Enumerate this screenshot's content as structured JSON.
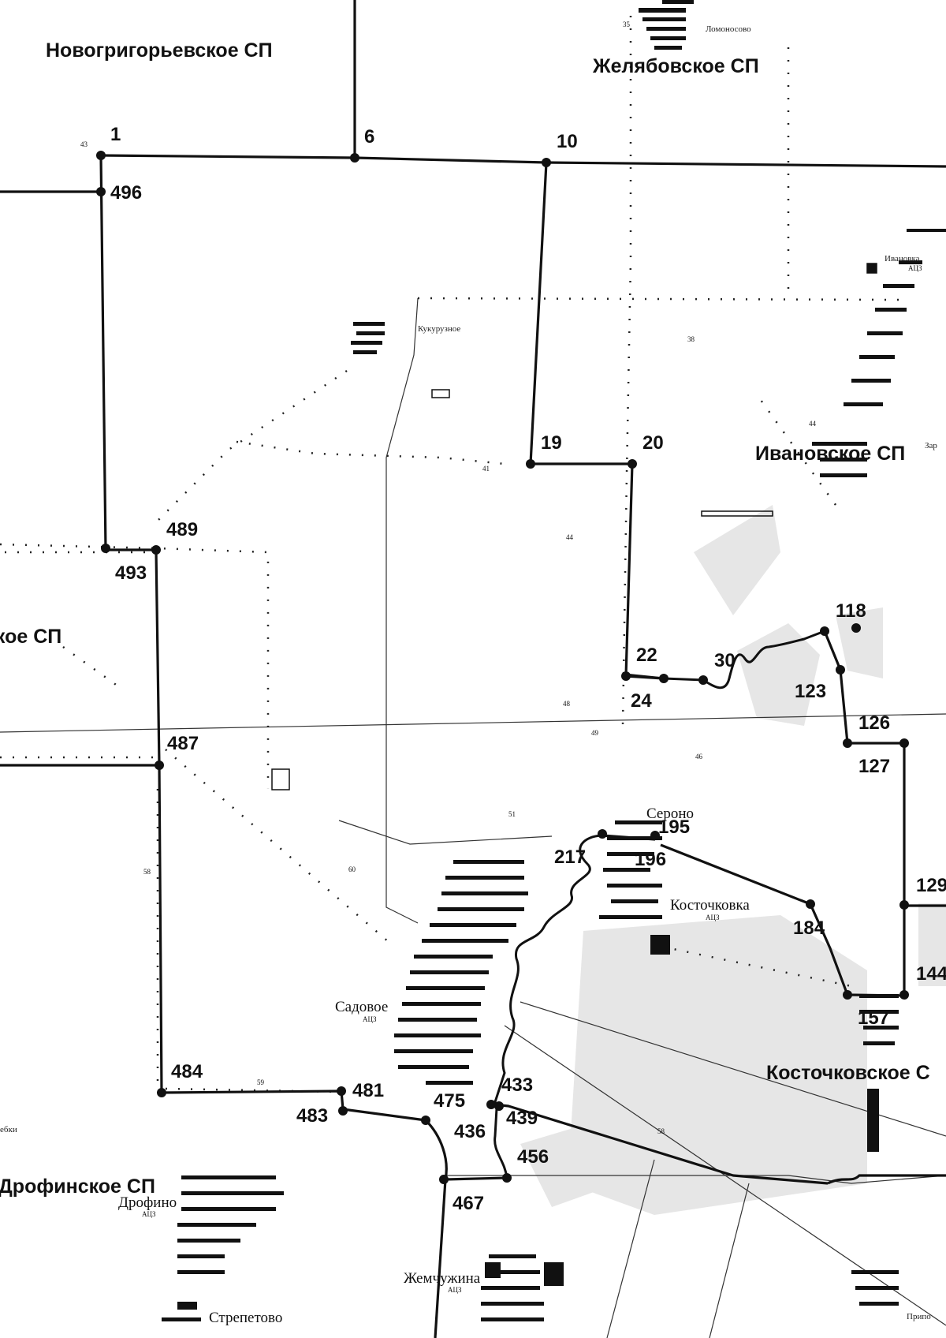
{
  "regions": [
    {
      "id": "novogrigor",
      "label": "Новогригорьевское СП"
    },
    {
      "id": "zhelyab",
      "label": "Желябовское СП"
    },
    {
      "id": "ivan",
      "label": "Ивановское СП"
    },
    {
      "id": "left",
      "label": "ское СП"
    },
    {
      "id": "kostoch",
      "label": "Косточковское С"
    },
    {
      "id": "drofin",
      "label": "Дрофинское СП"
    }
  ],
  "settlements": [
    {
      "id": "kukuruz",
      "label": "Кукурузное"
    },
    {
      "id": "ivanovka",
      "label": "Ивановка",
      "sub": "АЦЗ"
    },
    {
      "id": "seronо",
      "label": "Сероно"
    },
    {
      "id": "kostochk",
      "label": "Косточковка",
      "sub": "АЦЗ"
    },
    {
      "id": "sadovoe",
      "label": "Садовое",
      "sub": "АЦЗ"
    },
    {
      "id": "drofino",
      "label": "Дрофино",
      "sub": "АЦЗ"
    },
    {
      "id": "zhemch",
      "label": "Жемчужина",
      "sub": "АЦЗ"
    },
    {
      "id": "strepet",
      "label": "Стрепетово"
    },
    {
      "id": "lomonos",
      "label": "Ломоносово"
    },
    {
      "id": "zarech",
      "label": "Зар"
    },
    {
      "id": "lebki",
      "label": "ебки"
    },
    {
      "id": "pripol",
      "label": "Припо"
    }
  ],
  "vertices": [
    {
      "id": "v1",
      "label": "1"
    },
    {
      "id": "v6",
      "label": "6"
    },
    {
      "id": "v10",
      "label": "10"
    },
    {
      "id": "v496",
      "label": "496"
    },
    {
      "id": "v19",
      "label": "19"
    },
    {
      "id": "v20",
      "label": "20"
    },
    {
      "id": "v489",
      "label": "489"
    },
    {
      "id": "v493",
      "label": "493"
    },
    {
      "id": "v118",
      "label": "118"
    },
    {
      "id": "v22",
      "label": "22"
    },
    {
      "id": "v30",
      "label": "30"
    },
    {
      "id": "v123",
      "label": "123"
    },
    {
      "id": "v24",
      "label": "24"
    },
    {
      "id": "v126",
      "label": "126"
    },
    {
      "id": "v127",
      "label": "127"
    },
    {
      "id": "v487",
      "label": "487"
    },
    {
      "id": "v195",
      "label": "195"
    },
    {
      "id": "v196",
      "label": "196"
    },
    {
      "id": "v217",
      "label": "217"
    },
    {
      "id": "v129",
      "label": "129"
    },
    {
      "id": "v184",
      "label": "184"
    },
    {
      "id": "v144",
      "label": "144"
    },
    {
      "id": "v157",
      "label": "157"
    },
    {
      "id": "v484",
      "label": "484"
    },
    {
      "id": "v481",
      "label": "481"
    },
    {
      "id": "v483",
      "label": "483"
    },
    {
      "id": "v475",
      "label": "475"
    },
    {
      "id": "v433",
      "label": "433"
    },
    {
      "id": "v436",
      "label": "436"
    },
    {
      "id": "v439",
      "label": "439"
    },
    {
      "id": "v456",
      "label": "456"
    },
    {
      "id": "v467",
      "label": "467"
    }
  ],
  "elevation_marks": [
    "43",
    "35",
    "38",
    "44",
    "41",
    "44",
    "48",
    "49",
    "46",
    "51",
    "60",
    "58",
    "59",
    "58"
  ]
}
